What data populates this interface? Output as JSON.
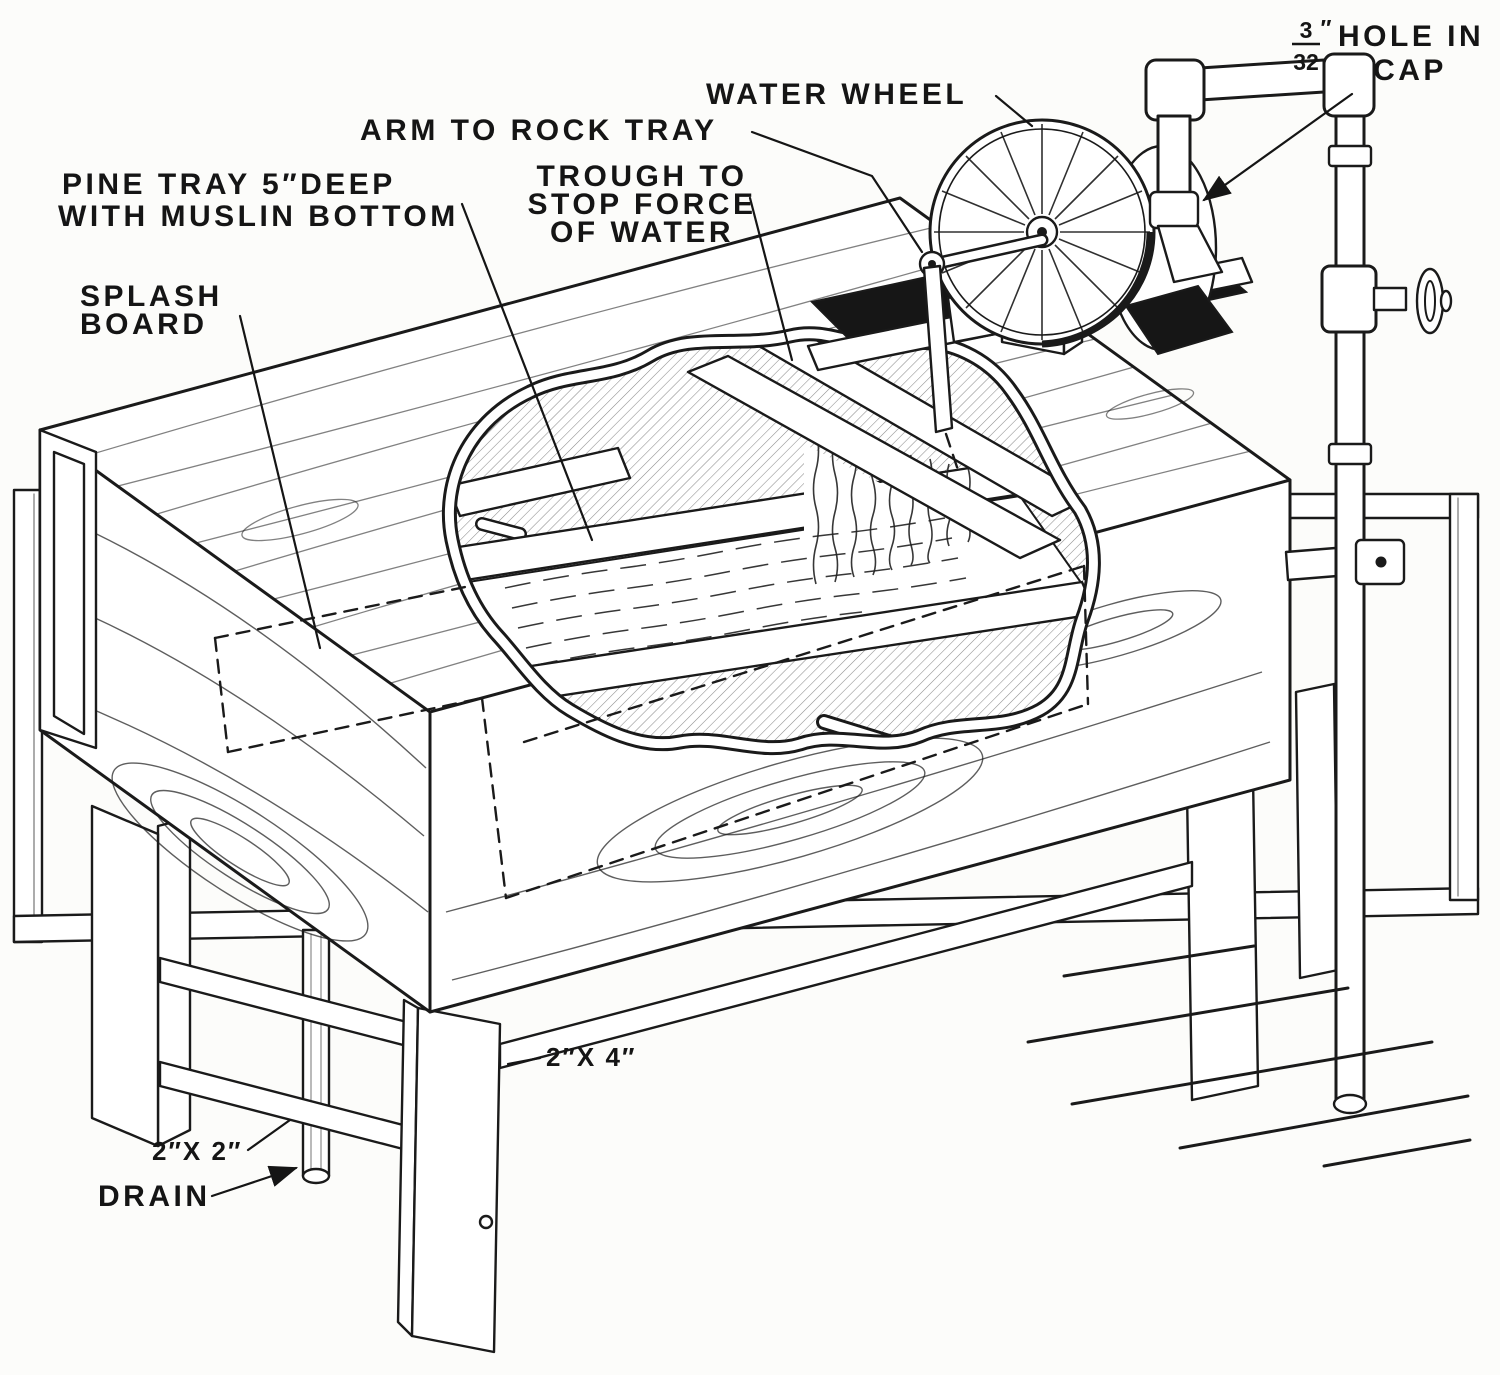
{
  "figure": {
    "type": "cutaway technical illustration",
    "subject": "Water-wheel powered rocking wash tray on a wooden stand with water supply pipe",
    "ink_color": "#1a1a1a",
    "paper_color": "#fcfcfa"
  },
  "labels": {
    "hole_in_cap": {
      "frac_num": "3",
      "frac_den": "32",
      "unit": "″",
      "line1": "HOLE IN",
      "line2": "CAP"
    },
    "water_wheel": {
      "text": "WATER WHEEL"
    },
    "arm_to_rock_tray": {
      "text": "ARM TO ROCK TRAY"
    },
    "pine_tray": {
      "line1": "PINE TRAY 5″DEEP",
      "line2": "WITH MUSLIN BOTTOM"
    },
    "trough": {
      "line1": "TROUGH TO",
      "line2": "STOP FORCE",
      "line3": "OF WATER"
    },
    "splash_board": {
      "line1": "SPLASH",
      "line2": "BOARD"
    },
    "lumber_2x4": {
      "text": "2″X 4″"
    },
    "lumber_2x2": {
      "text": "2″X 2″"
    },
    "drain": {
      "text": "DRAIN"
    }
  }
}
